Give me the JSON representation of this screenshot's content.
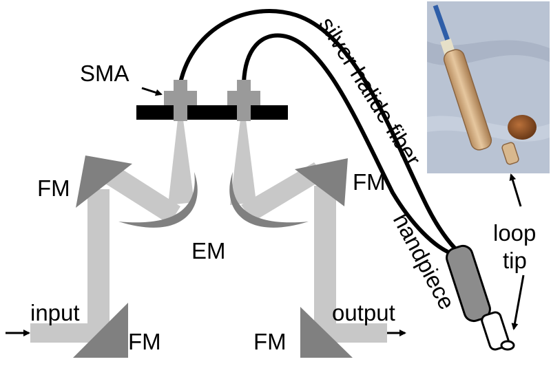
{
  "labels": {
    "sma": "SMA",
    "fm_top_left": "FM",
    "fm_top_right": "FM",
    "fm_bottom_left": "FM",
    "fm_bottom_right": "FM",
    "em": "EM",
    "input": "input",
    "output": "output",
    "fiber": "silver halide fiber",
    "handpiece": "handpiece",
    "loop_tip_line1": "loop",
    "loop_tip_line2": "tip"
  },
  "colors": {
    "beam": "#c8c8c8",
    "mirror": "#808080",
    "connector": "#9a9a9a",
    "plate": "#000000",
    "fiber": "#000000",
    "photo_background": "#b9c3d3",
    "handpiece_body": "#d9b58a"
  },
  "icons": [
    "arrow-right-icon",
    "arrow-left-icon"
  ]
}
